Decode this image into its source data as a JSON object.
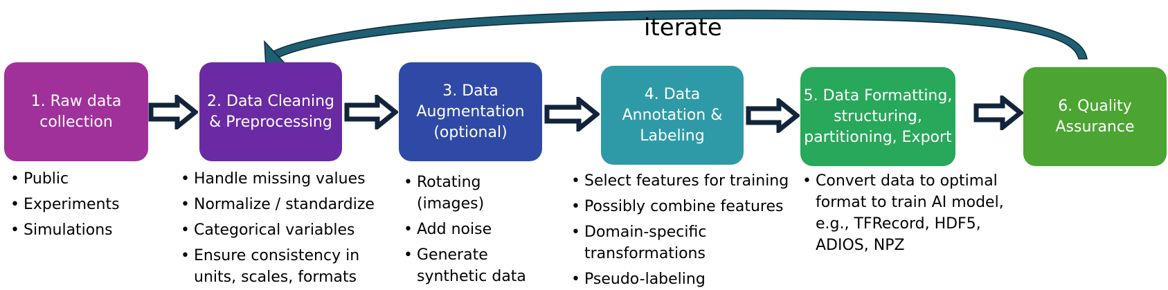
{
  "iterate_label": "iterate",
  "colors": {
    "step1": "#a0319b",
    "step2": "#6a2aa3",
    "step3": "#2f4aa6",
    "step4": "#2e9aa7",
    "step5": "#27a85a",
    "step6": "#4ca432",
    "arrow_stroke": "#12243a",
    "loop_fill": "#1f5f73"
  },
  "steps": [
    {
      "label": "1. Raw data\ncollection",
      "bullets": [
        "Public",
        "Experiments",
        "Simulations"
      ]
    },
    {
      "label": "2. Data Cleaning\n& Preprocessing",
      "bullets": [
        "Handle missing values",
        "Normalize / standardize",
        "Categorical variables",
        "Ensure consistency in units, scales, formats"
      ]
    },
    {
      "label": "3. Data\nAugmentation\n(optional)",
      "bullets": [
        "Rotating (images)",
        "Add noise",
        "Generate synthetic data"
      ]
    },
    {
      "label": "4. Data\nAnnotation &\nLabeling",
      "bullets": [
        "Select features for training",
        "Possibly combine features",
        "Domain-specific transformations",
        "Pseudo-labeling"
      ]
    },
    {
      "label": "5. Data Formatting,\nstructuring,\npartitioning, Export",
      "bullets": [
        "Convert data to optimal format to train AI model, e.g., TFRecord, HDF5, ADIOS, NPZ"
      ]
    },
    {
      "label": "6. Quality\nAssurance",
      "bullets": []
    }
  ]
}
